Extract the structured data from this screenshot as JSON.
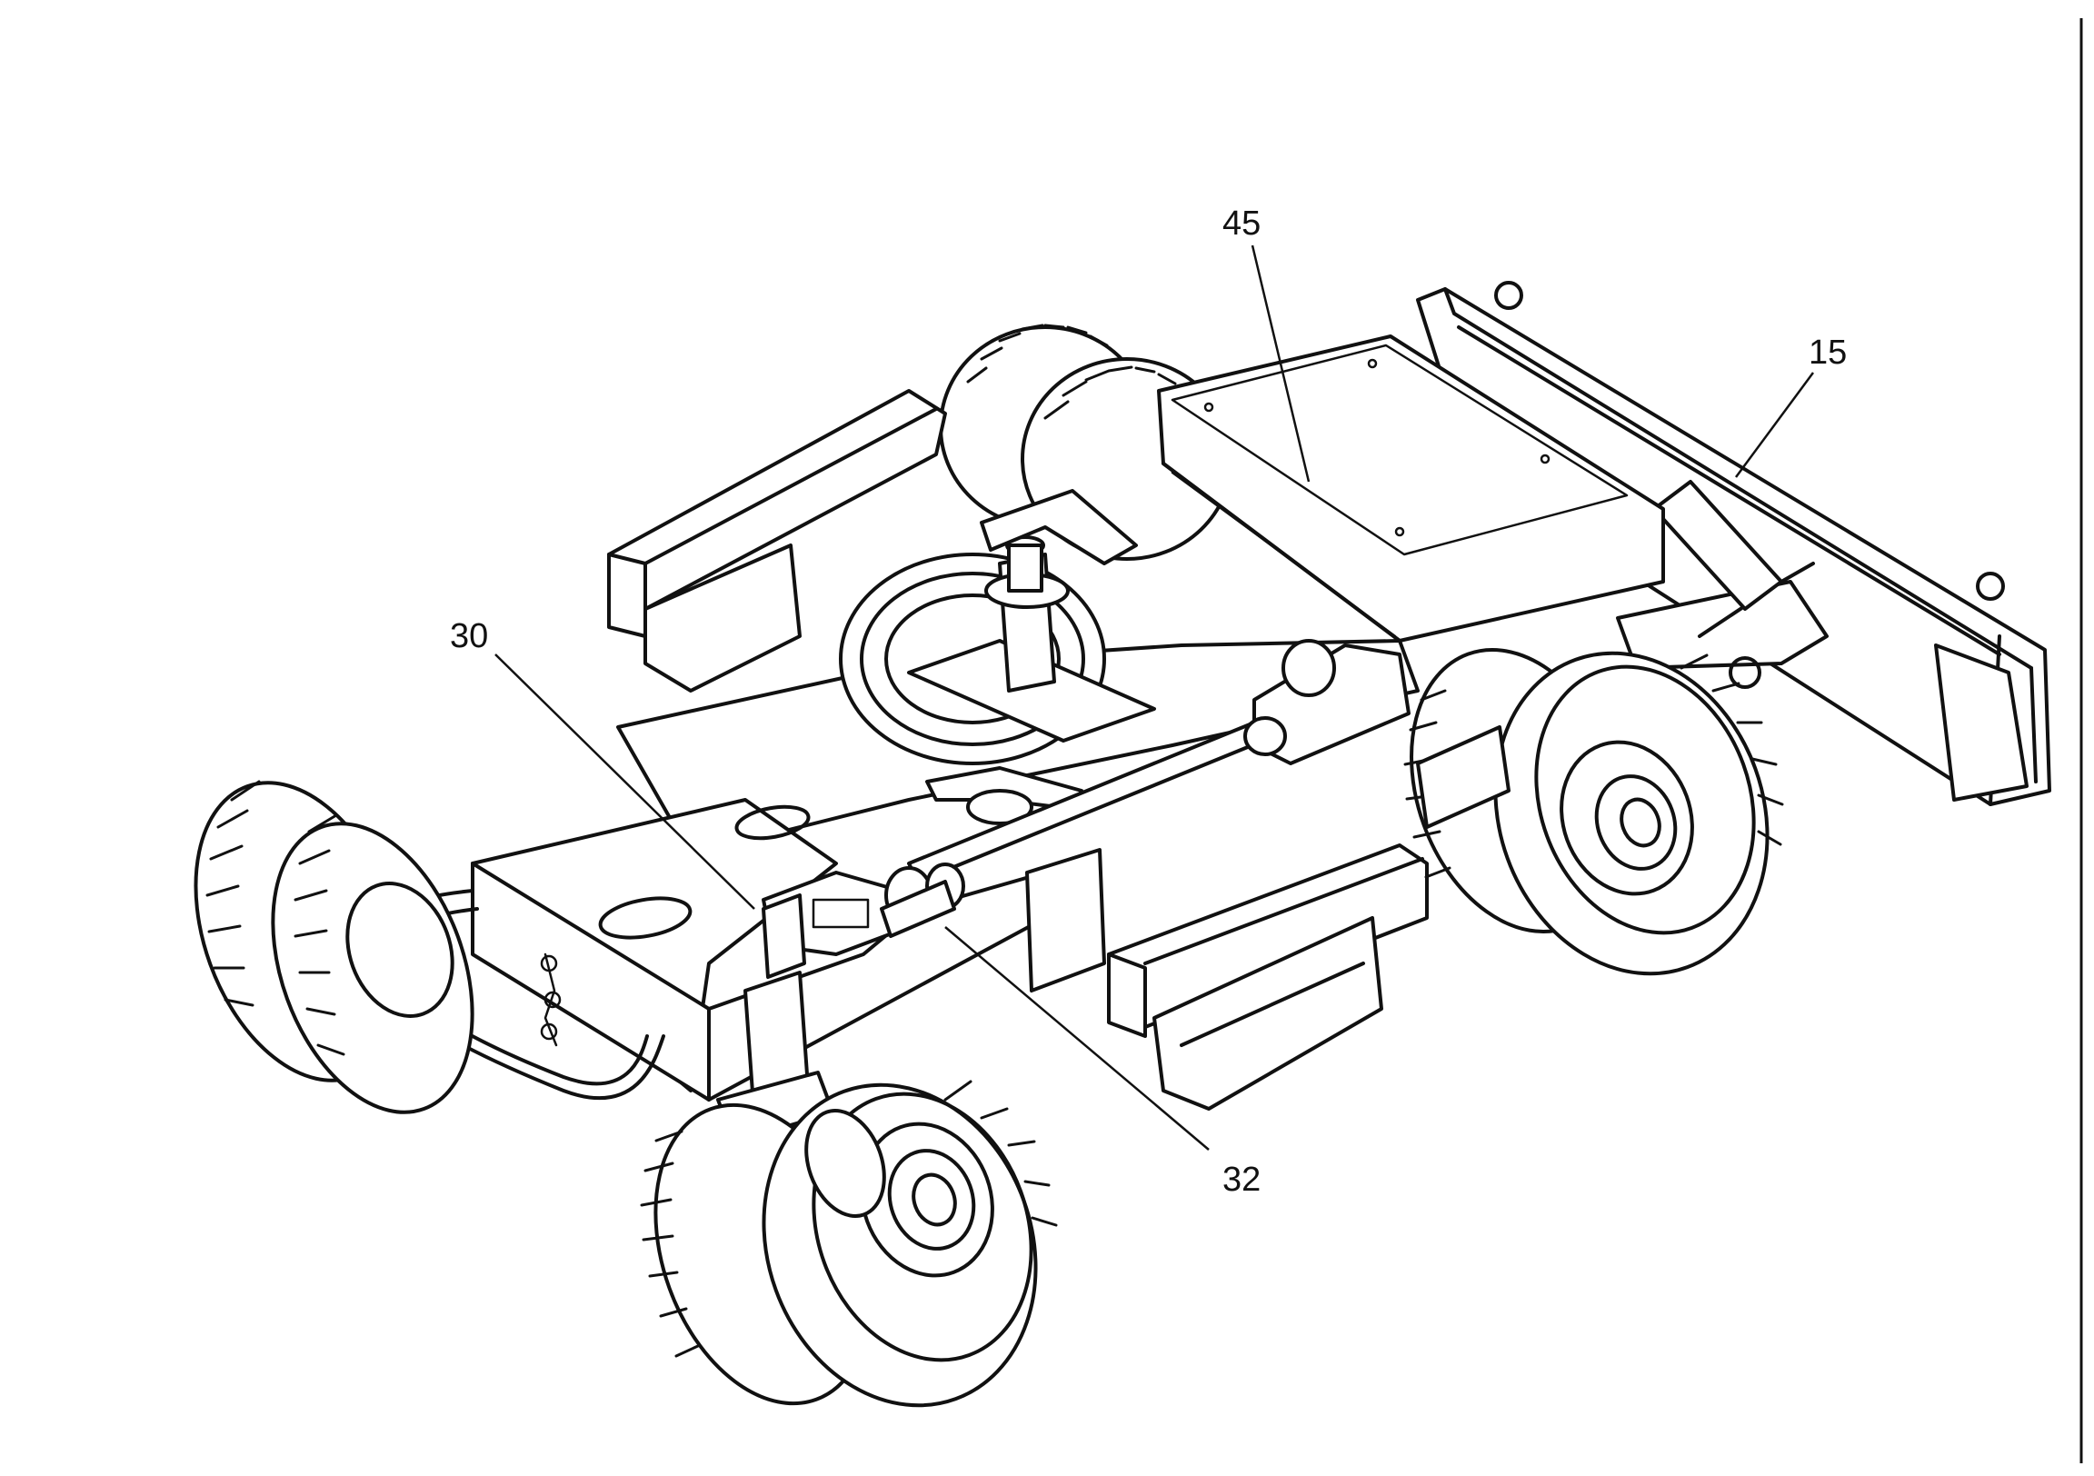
{
  "figure": {
    "callouts": [
      {
        "id": "45",
        "label": "45"
      },
      {
        "id": "15",
        "label": "15"
      },
      {
        "id": "30",
        "label": "30"
      },
      {
        "id": "32",
        "label": "32"
      }
    ]
  }
}
